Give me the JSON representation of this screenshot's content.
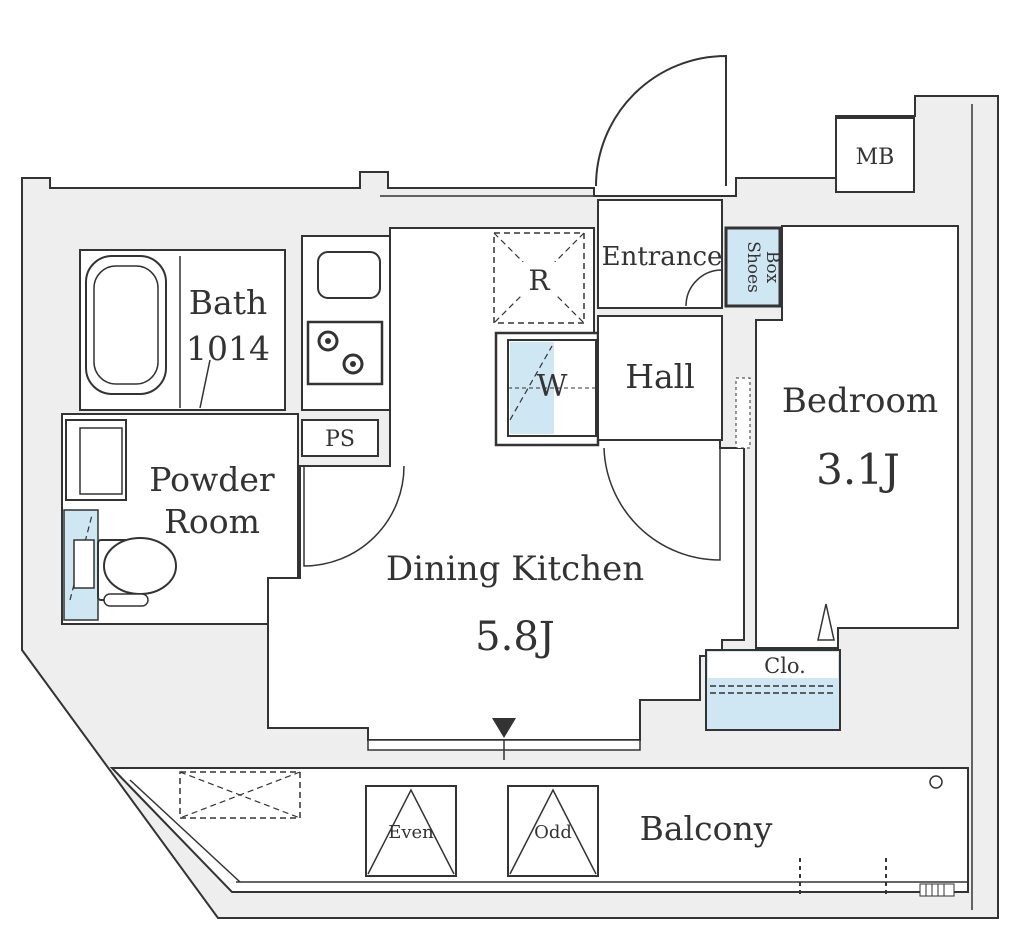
{
  "colors": {
    "wall_fill": "#eeeeee",
    "line": "#333333",
    "fixture_blue": "#cfe6f3"
  },
  "labels": {
    "mb": "MB",
    "entrance": "Entrance",
    "shoes_box_line1": "Shoes",
    "shoes_box_line2": "Box",
    "refrigerator": "R",
    "washer": "W",
    "hall": "Hall",
    "bath": "Bath",
    "bath_size": "1014",
    "ps": "PS",
    "powder_room_line1": "Powder",
    "powder_room_line2": "Room",
    "dining_kitchen": "Dining Kitchen",
    "dining_kitchen_size": "5.8J",
    "bedroom": "Bedroom",
    "bedroom_size": "3.1J",
    "closet": "Clo.",
    "even": "Even",
    "odd": "Odd",
    "balcony": "Balcony"
  },
  "icons": {
    "entry_marker": "triangle-down-icon",
    "stove": "gas-burner-icon",
    "toilet": "toilet-icon",
    "bathtub": "bathtub-icon"
  }
}
